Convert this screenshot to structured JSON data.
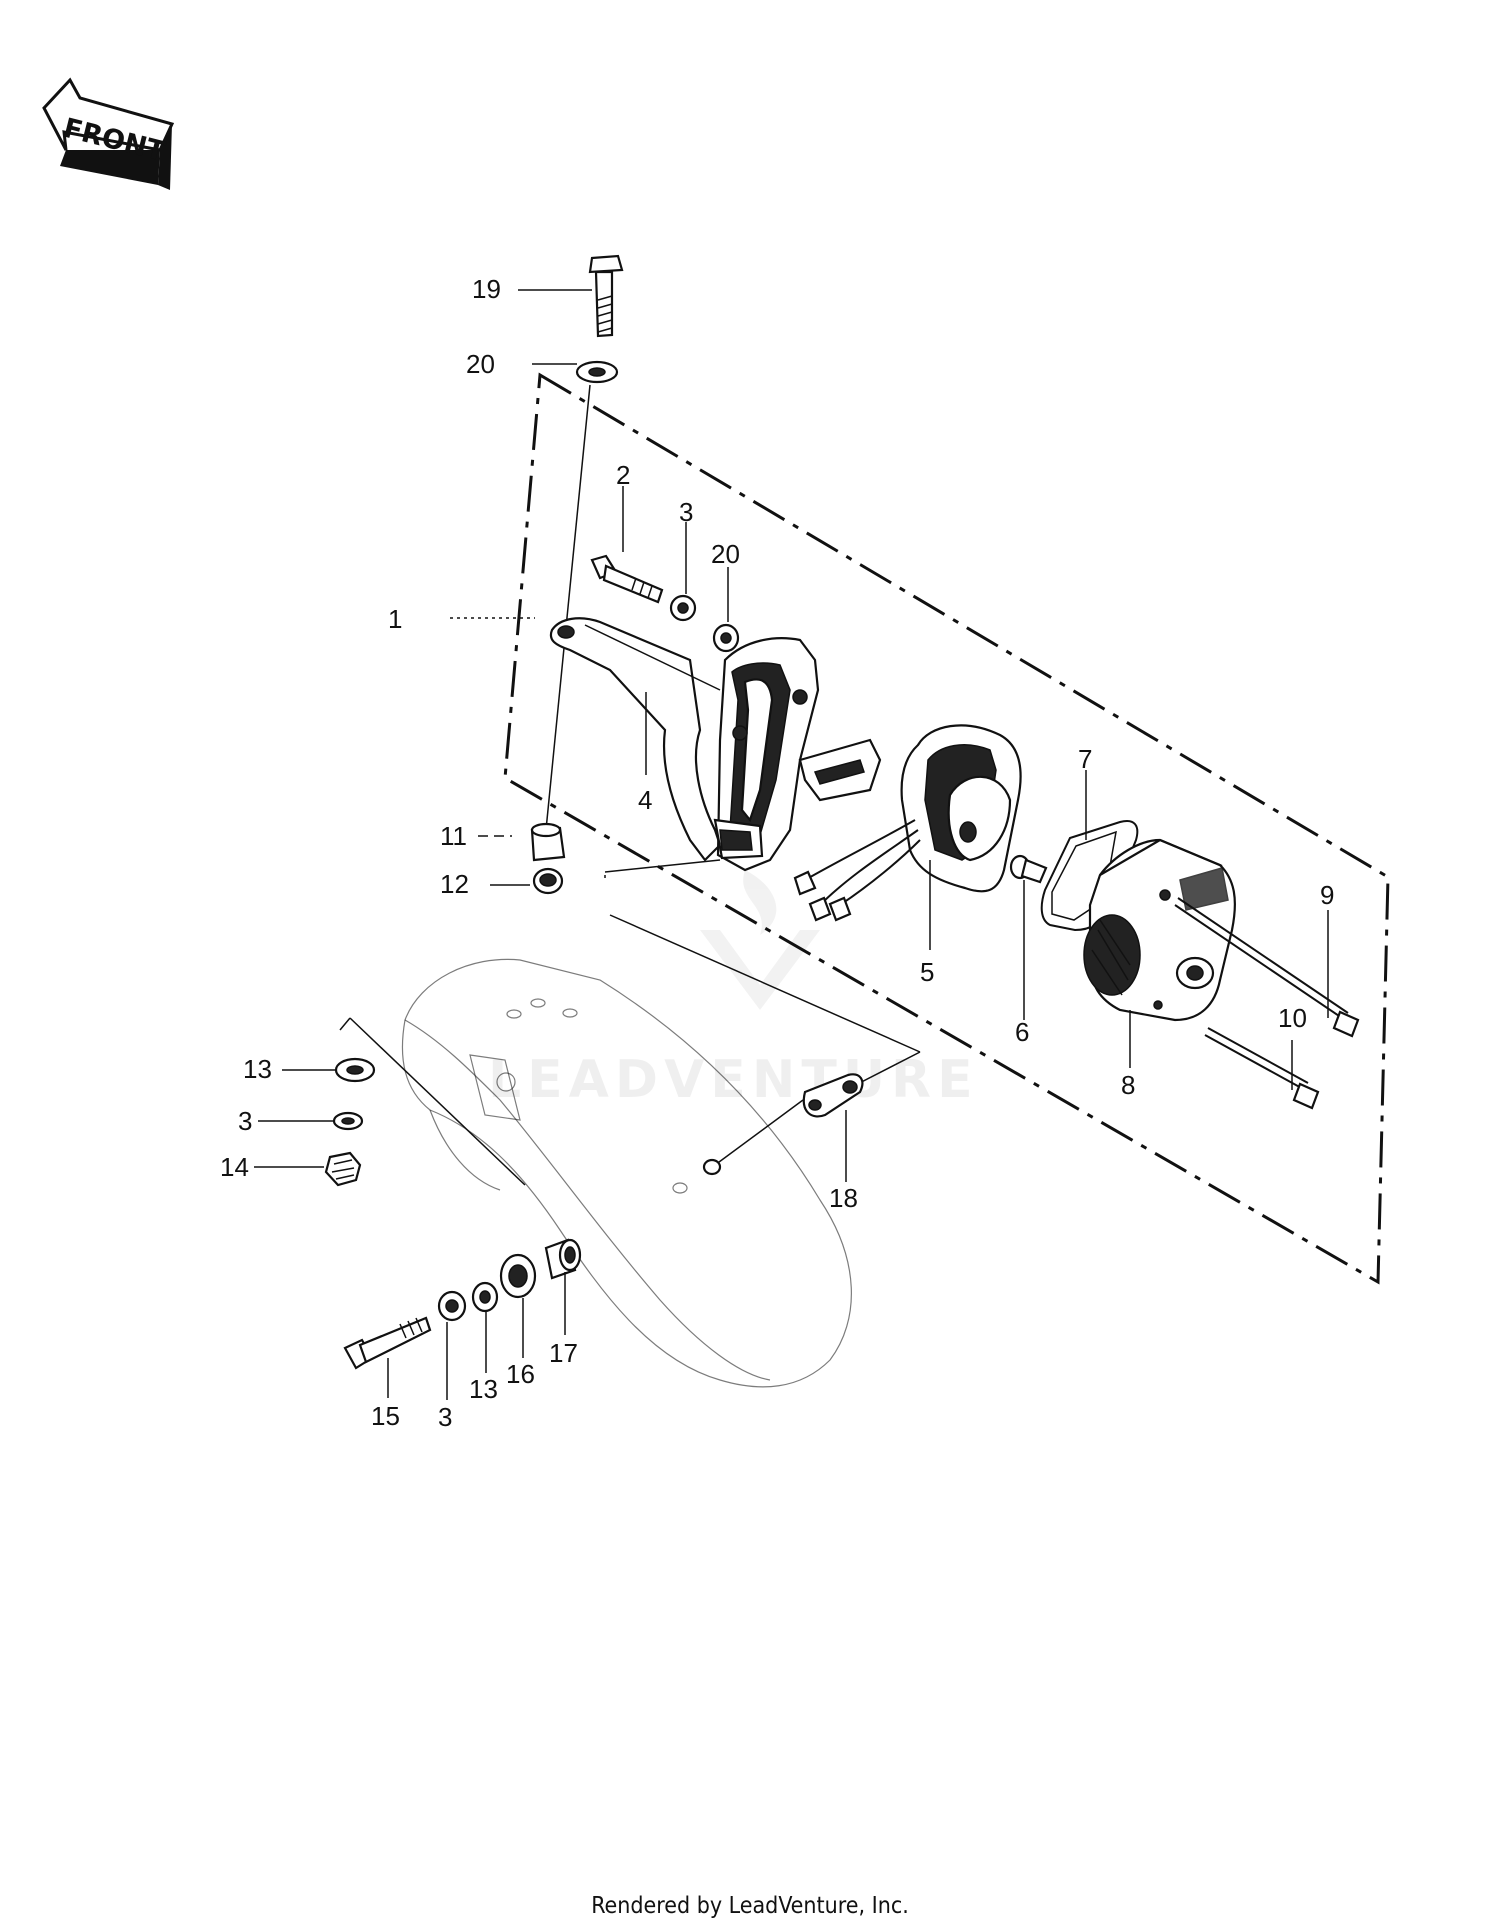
{
  "diagram": {
    "front_label": "FRONT",
    "watermark": "LEADVENTURE",
    "footer": "Rendered by LeadVenture, Inc.",
    "callouts": [
      "19",
      "20",
      "2",
      "3",
      "20",
      "1",
      "4",
      "11",
      "12",
      "5",
      "6",
      "7",
      "8",
      "9",
      "10",
      "13",
      "3",
      "14",
      "18",
      "15",
      "3",
      "13",
      "16",
      "17"
    ]
  }
}
